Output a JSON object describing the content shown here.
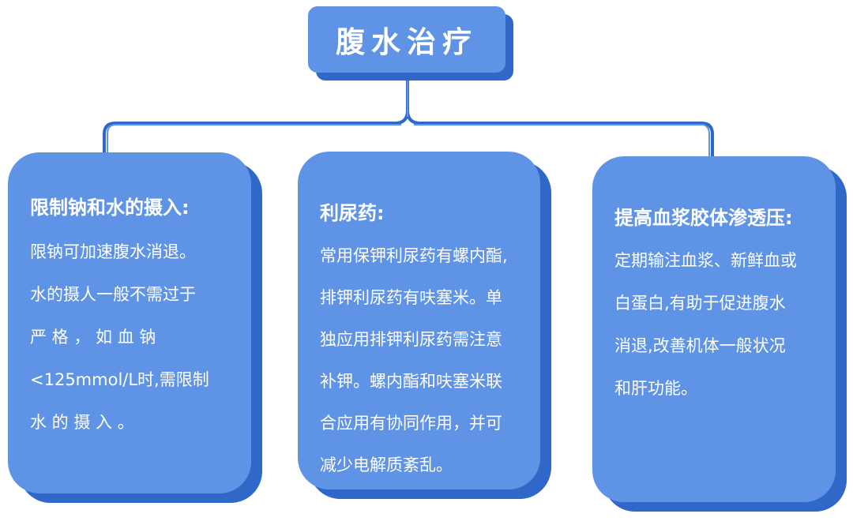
{
  "title": "腹水治疗",
  "colors": {
    "card_fill": "#5e93e6",
    "card_shadow": "#2f68c8",
    "connector": "#2f68c8",
    "text": "#ffffff"
  },
  "cards": [
    {
      "heading": "限制钠和水的摄入:",
      "lines": [
        "限钠可加速腹水消退。",
        "水的摄人一般不需过于",
        "严 格 ， 如 血 钠",
        "<125mmol/L时,需限制",
        "水 的 摄 入 。"
      ]
    },
    {
      "heading": "利尿药:",
      "lines": [
        "常用保钾利尿药有螺内酯,",
        "排钾利尿药有呋塞米。单",
        "独应用排钾利尿药需注意",
        "补钾。螺内酯和呋塞米联",
        "合应用有协同作用，并可",
        "减少电解质紊乱。"
      ]
    },
    {
      "heading": "提高血浆胶体渗透压:",
      "lines": [
        "定期输注血浆、新鲜血或",
        "白蛋白,有助于促进腹水",
        "消退,改善机体一般状况",
        "和肝功能。"
      ]
    }
  ]
}
